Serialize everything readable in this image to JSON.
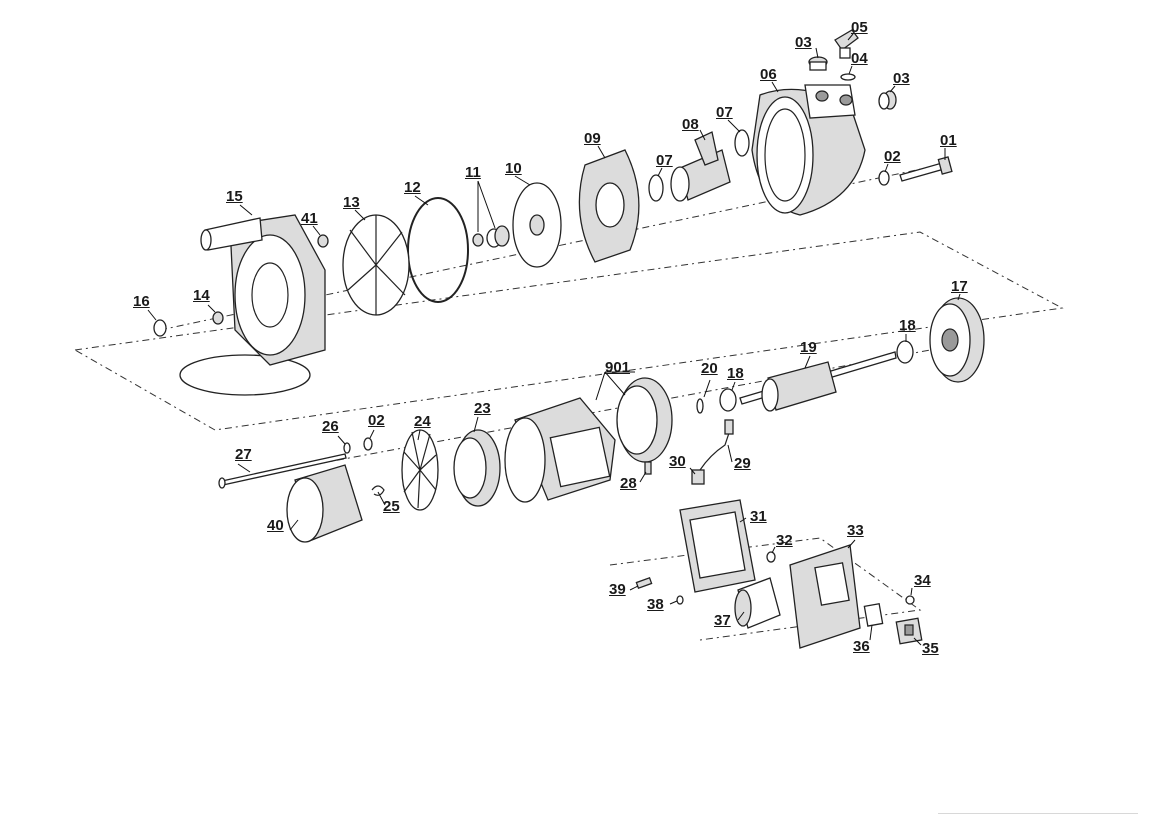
{
  "diagram": {
    "parts": [
      {
        "id": "01",
        "label": "01"
      },
      {
        "id": "02a",
        "label": "02"
      },
      {
        "id": "03a",
        "label": "03"
      },
      {
        "id": "03b",
        "label": "03"
      },
      {
        "id": "04",
        "label": "04"
      },
      {
        "id": "05",
        "label": "05"
      },
      {
        "id": "06",
        "label": "06"
      },
      {
        "id": "07a",
        "label": "07"
      },
      {
        "id": "07b",
        "label": "07"
      },
      {
        "id": "08",
        "label": "08"
      },
      {
        "id": "09",
        "label": "09"
      },
      {
        "id": "10",
        "label": "10"
      },
      {
        "id": "11",
        "label": "11"
      },
      {
        "id": "12",
        "label": "12"
      },
      {
        "id": "13",
        "label": "13"
      },
      {
        "id": "14",
        "label": "14"
      },
      {
        "id": "15",
        "label": "15"
      },
      {
        "id": "16",
        "label": "16"
      },
      {
        "id": "17",
        "label": "17"
      },
      {
        "id": "18a",
        "label": "18"
      },
      {
        "id": "18b",
        "label": "18"
      },
      {
        "id": "19",
        "label": "19"
      },
      {
        "id": "20",
        "label": "20"
      },
      {
        "id": "901",
        "label": "901"
      },
      {
        "id": "23",
        "label": "23"
      },
      {
        "id": "24",
        "label": "24"
      },
      {
        "id": "25",
        "label": "25"
      },
      {
        "id": "26",
        "label": "26"
      },
      {
        "id": "02b",
        "label": "02"
      },
      {
        "id": "27",
        "label": "27"
      },
      {
        "id": "28",
        "label": "28"
      },
      {
        "id": "29",
        "label": "29"
      },
      {
        "id": "30",
        "label": "30"
      },
      {
        "id": "31",
        "label": "31"
      },
      {
        "id": "32",
        "label": "32"
      },
      {
        "id": "33",
        "label": "33"
      },
      {
        "id": "34",
        "label": "34"
      },
      {
        "id": "35",
        "label": "35"
      },
      {
        "id": "36",
        "label": "36"
      },
      {
        "id": "37",
        "label": "37"
      },
      {
        "id": "38",
        "label": "38"
      },
      {
        "id": "39",
        "label": "39"
      },
      {
        "id": "40",
        "label": "40"
      },
      {
        "id": "41",
        "label": "41"
      }
    ]
  }
}
